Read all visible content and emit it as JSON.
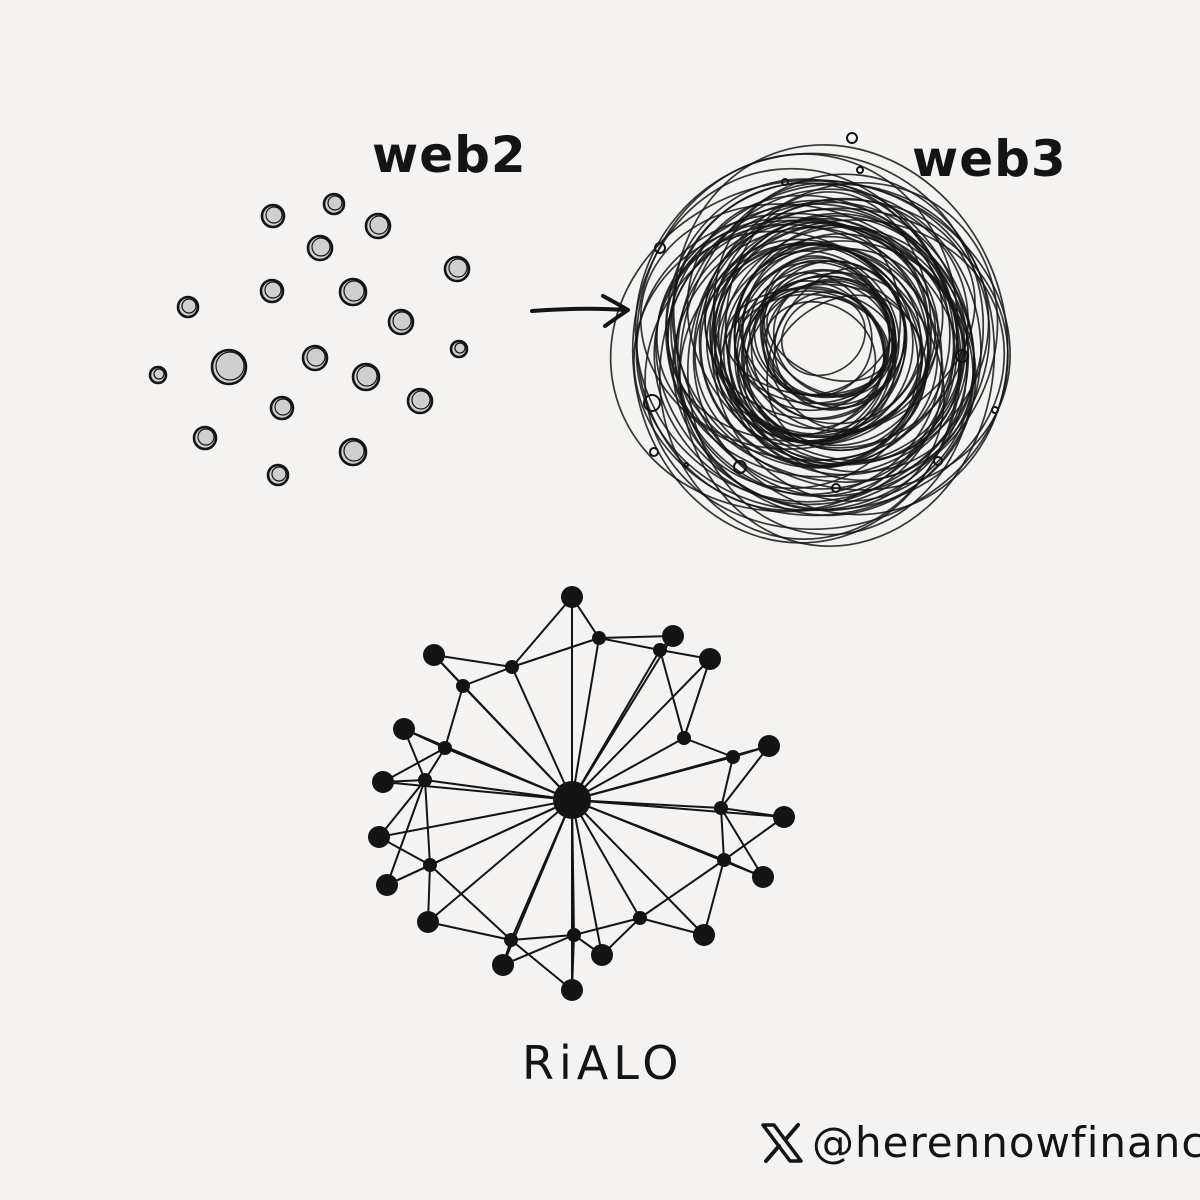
{
  "labels": {
    "web2": "web2",
    "web3": "web3",
    "rialo": "RiALO"
  },
  "credit": {
    "icon": "x-logo-icon",
    "handle": "@herennowfinance"
  },
  "colors": {
    "background": "#f4f3f1",
    "ink": "#141414",
    "shade": "#cfcfcf"
  }
}
